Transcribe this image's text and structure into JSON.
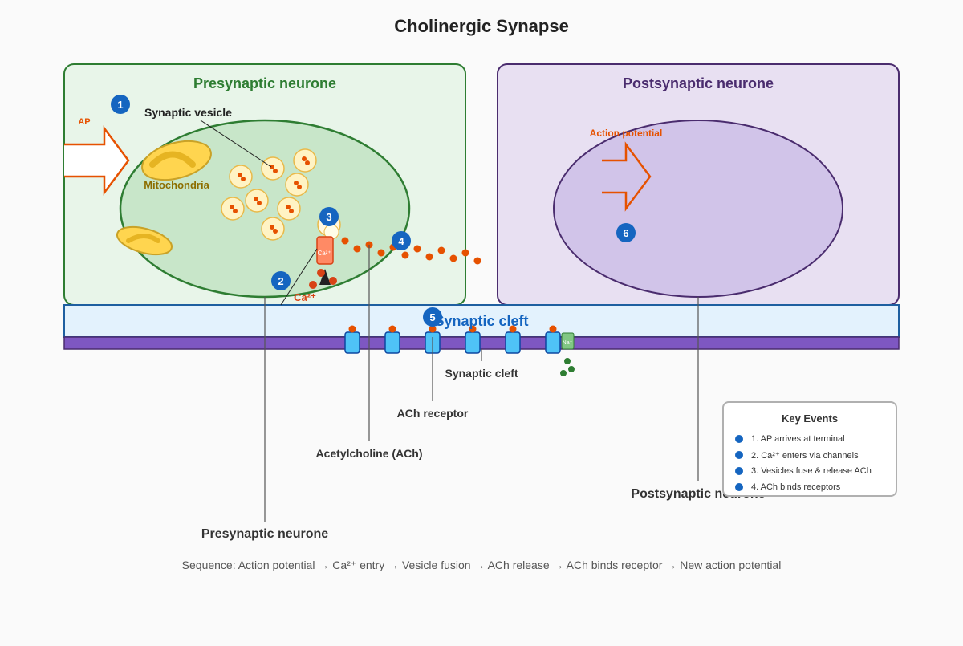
{
  "title": "Cholinergic Synapse",
  "presynaptic": {
    "title": "Presynaptic neurone",
    "ap_label": "AP",
    "vesicle_label": "Synaptic vesicle",
    "mito_label": "Mitochondria",
    "channel_label": "Ca²⁺",
    "ca_label": "Ca²⁺"
  },
  "postsynaptic": {
    "title": "Postsynaptic neurone",
    "ap_label": "Action potential",
    "na_label": "Na⁺"
  },
  "cleft": {
    "title": "Synaptic cleft"
  },
  "steps": [
    "1",
    "2",
    "3",
    "4",
    "5",
    "6"
  ],
  "callouts": {
    "synaptic_cleft": "Synaptic cleft",
    "ach_receptor": "ACh receptor",
    "acetylcholine": "Acetylcholine (ACh)",
    "postsynaptic": "Postsynaptic neurone",
    "presynaptic": "Presynaptic neurone"
  },
  "key": {
    "title": "Key Events",
    "items": [
      "1. AP arrives at terminal",
      "2. Ca²⁺ enters via channels",
      "3. Vesicles fuse & release ACh",
      "4. ACh binds receptors"
    ]
  },
  "sequence": "Sequence: Action potential → Ca²⁺ entry → Vesicle fusion → ACh release → ACh binds receptor → New action potential",
  "colors": {
    "pre_fill": "#e8f5e9",
    "pre_border": "#2e7d32",
    "post_fill": "#ede7f6",
    "post_border": "#4a2c6e",
    "cleft_fill": "#e3f2fd",
    "cleft_border": "#1e5fa0",
    "membrane": "#7e57c2",
    "receptor": "#4fc3f7",
    "ach": "#e65100",
    "step_badge": "#1565c0",
    "arrow": "#e65100"
  }
}
